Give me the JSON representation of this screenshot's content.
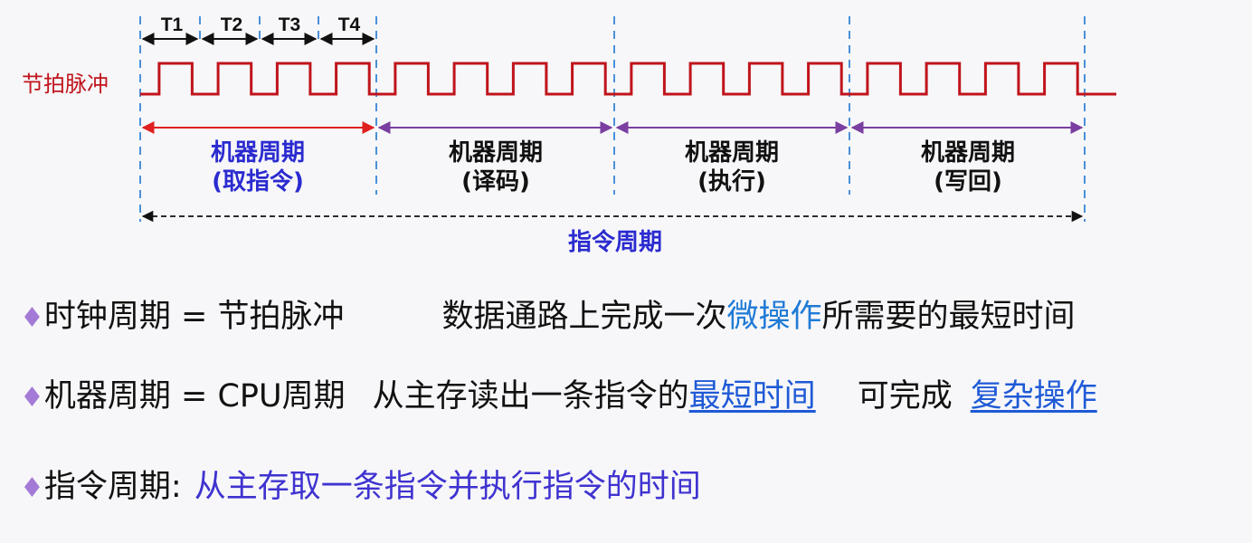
{
  "diagram": {
    "pulse_label": "节拍脉冲",
    "t_labels": [
      "T1",
      "T2",
      "T3",
      "T4"
    ],
    "machine_cycles": [
      {
        "line1": "机器周期",
        "line2": "(取指令)",
        "color": "#2b2bd0"
      },
      {
        "line1": "机器周期",
        "line2": "(译码)",
        "color": "#111111"
      },
      {
        "line1": "机器周期",
        "line2": "(执行)",
        "color": "#111111"
      },
      {
        "line1": "机器周期",
        "line2": "(写回)",
        "color": "#111111"
      }
    ],
    "instruction_cycle_label": "指令周期",
    "colors": {
      "pulse": "#c0141c",
      "dashed_guides": "#4a90d9",
      "first_arrow": "#e02020",
      "cycle_arrows": "#7a3fa0",
      "instr_label": "#2b2bd0"
    }
  },
  "bullets": {
    "b1": {
      "marker": "♦",
      "term": "时钟周期 = 节拍脉冲",
      "desc_a": "数据通路上完成一次",
      "desc_hl": "微操作",
      "desc_b": "所需要的最短时间"
    },
    "b2": {
      "marker": "♦",
      "term": "机器周期 = CPU周期",
      "desc_a": "从主存读出一条指令的",
      "desc_hl": "最短时间",
      "desc_mid": "可完成",
      "desc_hl2": "复杂操作"
    },
    "b3": {
      "marker": "♦",
      "term": "指令周期:",
      "desc_hl": "从主存取一条指令并执行指令的时间"
    }
  }
}
